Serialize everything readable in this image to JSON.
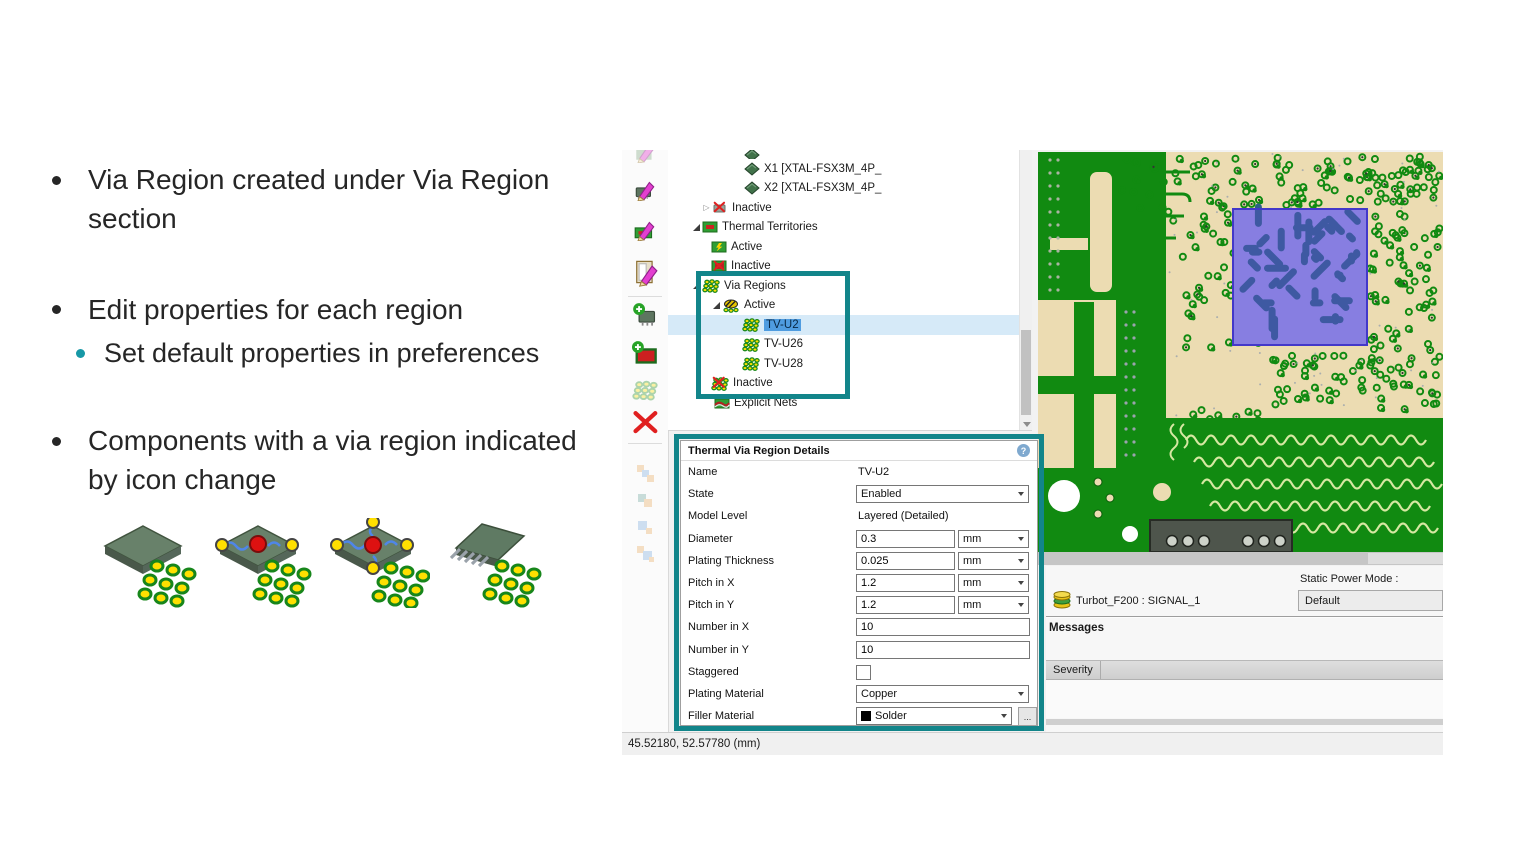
{
  "slide": {
    "bullet1": {
      "lines": [
        "Via Region created under Via Region",
        "section"
      ]
    },
    "bullet2": {
      "text": "Edit properties for each region"
    },
    "bullet2a": {
      "text": "Set default properties in preferences"
    },
    "bullet3": {
      "lines": [
        "Components with a via region indicated",
        "by icon change"
      ]
    },
    "component_icons": [
      "component-chip",
      "component-chip-with-via-region",
      "component-chip-with-via-region-fanout",
      "component-soic-with-via-region"
    ]
  },
  "app": {
    "tree": {
      "items": [
        {
          "label": "X1 [XTAL-FSX3M_4P_"
        },
        {
          "label": "X2 [XTAL-FSX3M_4P_"
        },
        {
          "label": "Inactive"
        },
        {
          "label": "Thermal Territories"
        },
        {
          "label": "Active"
        },
        {
          "label": "Inactive"
        },
        {
          "label": "Via Regions"
        },
        {
          "label": "Active"
        },
        {
          "label": "TV-U2",
          "selected": true
        },
        {
          "label": "TV-U26"
        },
        {
          "label": "TV-U28"
        },
        {
          "label": "Inactive"
        },
        {
          "label": "Explicit Nets"
        }
      ]
    },
    "details": {
      "title": "Thermal Via Region Details",
      "rows": [
        {
          "label": "Name",
          "value": "TV-U2"
        },
        {
          "label": "State",
          "value": "Enabled"
        },
        {
          "label": "Model Level",
          "value": "Layered (Detailed)"
        },
        {
          "label": "Diameter",
          "value": "0.3",
          "unit": "mm"
        },
        {
          "label": "Plating Thickness",
          "value": "0.025",
          "unit": "mm"
        },
        {
          "label": "Pitch in X",
          "value": "1.2",
          "unit": "mm"
        },
        {
          "label": "Pitch in Y",
          "value": "1.2",
          "unit": "mm"
        },
        {
          "label": "Number in X",
          "value": "10"
        },
        {
          "label": "Number in Y",
          "value": "10"
        },
        {
          "label": "Staggered",
          "value": ""
        },
        {
          "label": "Plating Material",
          "value": "Copper"
        },
        {
          "label": "Filler Material",
          "value": "Solder",
          "extra": "..."
        }
      ]
    },
    "status_bar": "45.52180, 52.57780 (mm)",
    "right_panel": {
      "static_power_label": "Static Power Mode :",
      "static_power_value": "Default",
      "board_net": "Turbot_F200 : SIGNAL_1",
      "messages_title": "Messages",
      "severity_header": "Severity"
    }
  },
  "colors": {
    "annotation_teal": "#12858a",
    "selection_blue": "#4f9ce0",
    "row_highlight": "#d6eaf8",
    "sub_bullet_teal": "#1798a6",
    "pcb_green": "#118a11",
    "pcb_tan": "#ecdcb2",
    "via_region_purple": "#5b50cf"
  }
}
